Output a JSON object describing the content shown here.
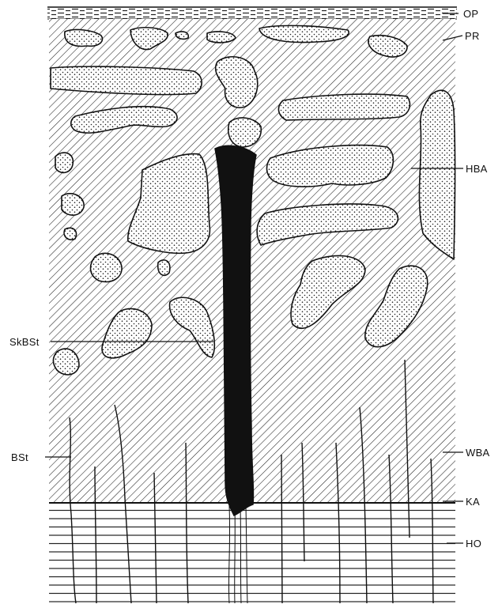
{
  "labels": {
    "op": "OP",
    "pr": "PR",
    "hba": "HBA",
    "skbst": "SkBSt",
    "bst": "BSt",
    "wba": "WBA",
    "ka": "KA",
    "ho": "HO"
  },
  "colors": {
    "ink": "#111111",
    "paper": "#ffffff"
  }
}
